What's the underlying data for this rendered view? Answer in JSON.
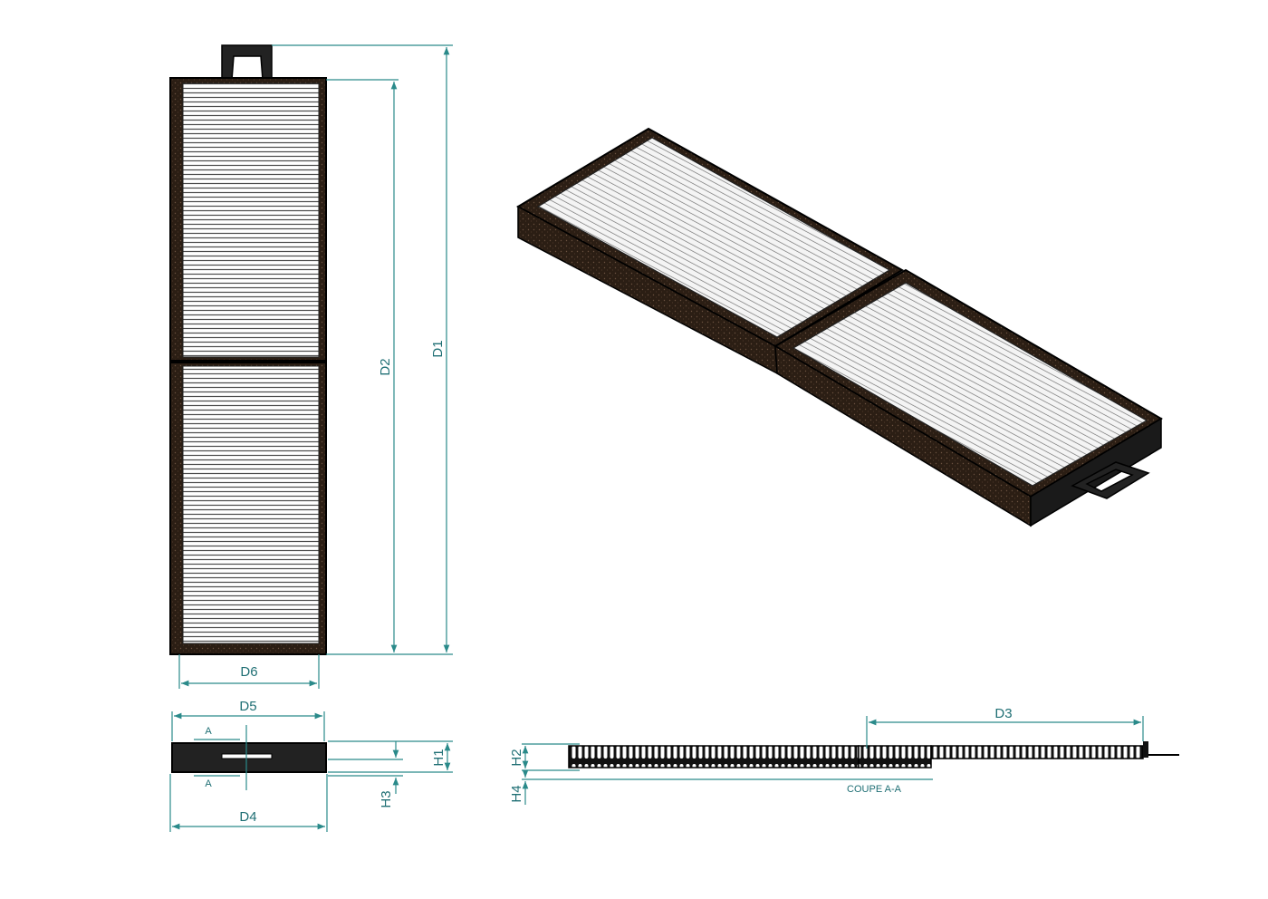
{
  "dimensions": {
    "d1": "D1",
    "d2": "D2",
    "d3": "D3",
    "d4": "D4",
    "d5": "D5",
    "d6": "D6",
    "h1": "H1",
    "h2": "H2",
    "h3": "H3",
    "h4": "H4"
  },
  "section": {
    "marker_top": "A",
    "marker_bottom": "A",
    "caption": "COUPE A-A"
  },
  "colors": {
    "dimension_line": "#2a8a8a",
    "frame_foam": "#2b1e14",
    "media": "#ffffff"
  }
}
